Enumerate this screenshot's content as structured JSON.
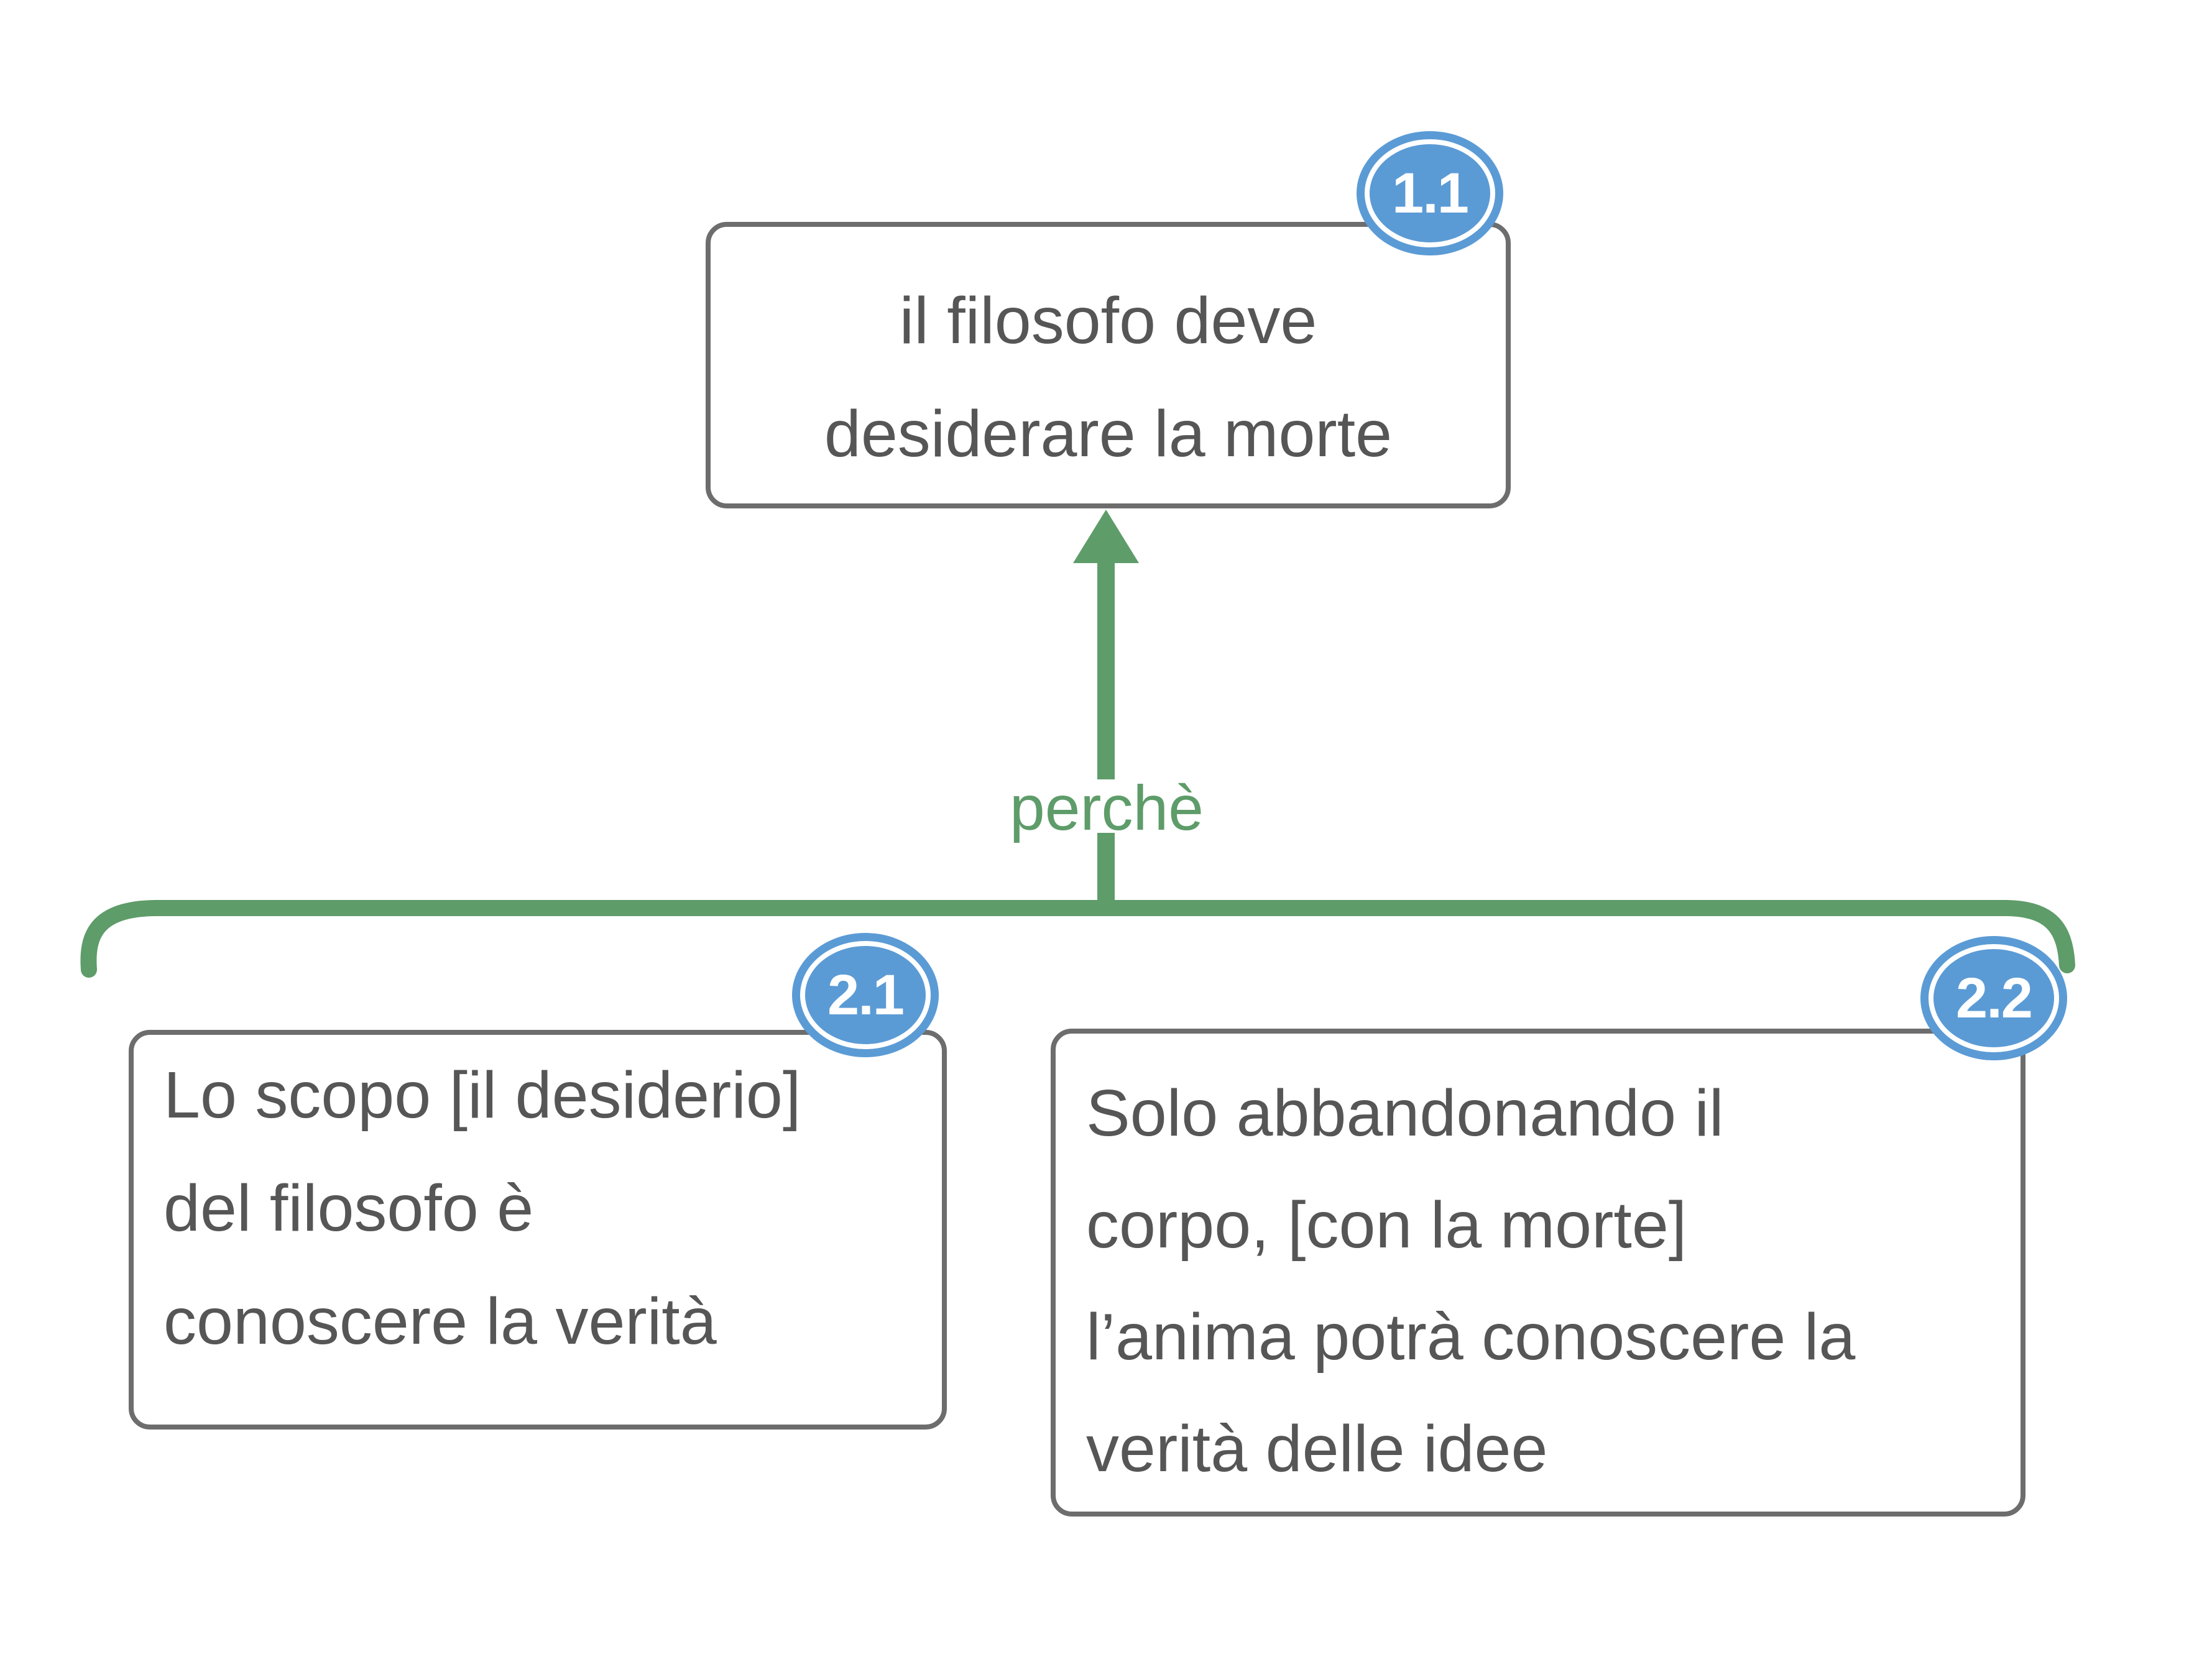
{
  "colors": {
    "green": "#5e9c69",
    "blue": "#5b9bd5",
    "box_border": "#6d6d6d",
    "box_text": "#565656",
    "badge_text": "#ffffff",
    "bg": "#ffffff"
  },
  "diagram": {
    "type": "argument-map",
    "conclusion": {
      "badge": "1.1",
      "lines": [
        "il filosofo deve",
        "desiderare la morte"
      ]
    },
    "connector": {
      "label": "perchè",
      "shape": "up-arrow-with-bracket"
    },
    "premises": [
      {
        "badge": "2.1",
        "lines": [
          "Lo scopo [il desiderio]",
          "del filosofo è",
          "conoscere la verità"
        ]
      },
      {
        "badge": "2.2",
        "lines": [
          "Solo abbandonando il",
          "corpo, [con la morte]",
          "l’anima potrà conoscere la",
          "verità delle idee"
        ]
      }
    ]
  }
}
